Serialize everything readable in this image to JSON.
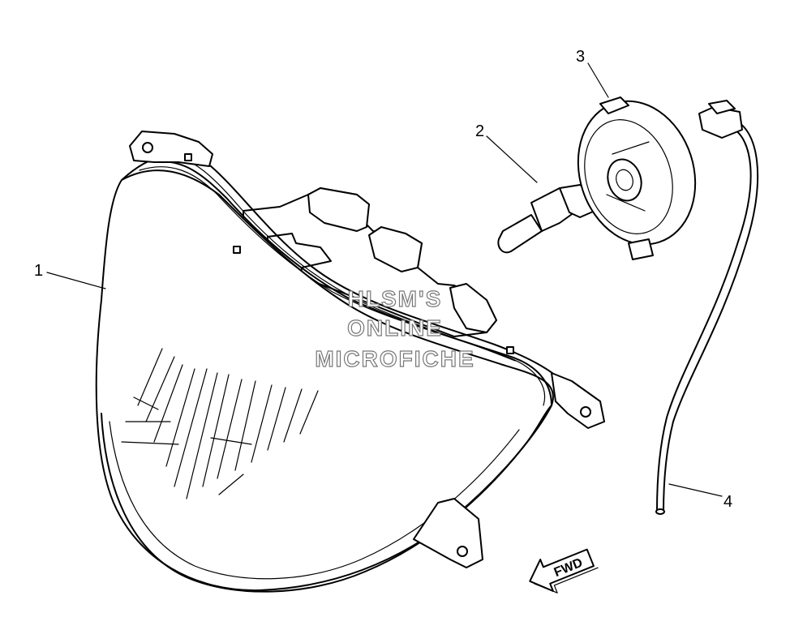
{
  "diagram": {
    "callouts": [
      {
        "id": "1",
        "label": "1"
      },
      {
        "id": "2",
        "label": "2"
      },
      {
        "id": "3",
        "label": "3"
      },
      {
        "id": "4",
        "label": "4"
      }
    ],
    "watermark": {
      "line1": "HLSM'S",
      "line2": "ONLINE",
      "line3": "MICROFICHE"
    },
    "direction_arrow": {
      "label": "FWD"
    }
  }
}
